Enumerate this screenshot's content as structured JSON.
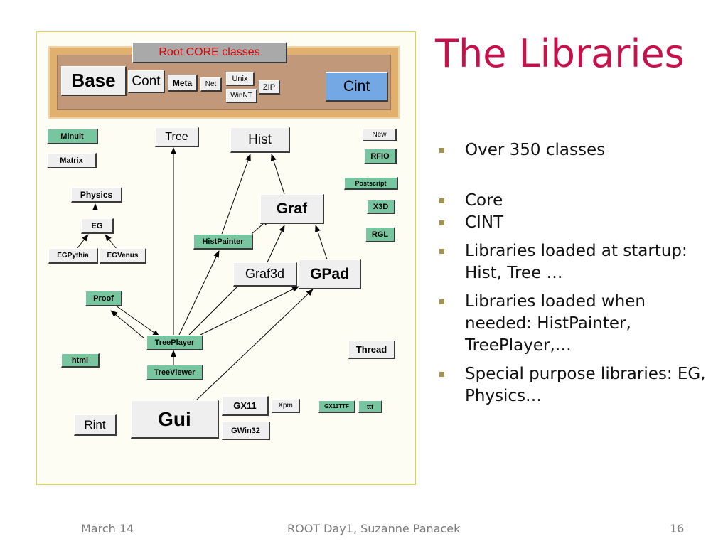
{
  "slide": {
    "title": "The Libraries",
    "bullets": [
      "Over 350 classes",
      "Core",
      "CINT",
      "Libraries loaded at startup: Hist, Tree …",
      "Libraries loaded when needed: HistPainter, TreePlayer,…",
      "Special purpose libraries: EG, Physics…"
    ],
    "bullet_color": "#a39353",
    "title_color": "#c4124a"
  },
  "footer": {
    "date": "March 14",
    "center": "ROOT Day1, Suzanne Panacek",
    "page": "16"
  },
  "diagram": {
    "core_title": "Root CORE classes",
    "boxes": {
      "base": "Base",
      "cont": "Cont",
      "meta": "Meta",
      "net": "Net",
      "unix": "Unix",
      "winnt": "WinNT",
      "zip": "ZIP",
      "cint": "Cint",
      "minuit": "Minuit",
      "matrix": "Matrix",
      "physics": "Physics",
      "eg": "EG",
      "egpythia": "EGPythia",
      "egvenus": "EGVenus",
      "tree": "Tree",
      "hist": "Hist",
      "graf": "Graf",
      "histpainter": "HistPainter",
      "graf3d": "Graf3d",
      "gpad": "GPad",
      "proof": "Proof",
      "treeplayer": "TreePlayer",
      "treeviewer": "TreeViewer",
      "html": "html",
      "rint": "Rint",
      "gui": "Gui",
      "gx11": "GX11",
      "xpm": "Xpm",
      "gwin32": "GWin32",
      "gx11ttf": "GX11TTF",
      "ttf": "ttf",
      "new": "New",
      "rfio": "RFIO",
      "postscript": "Postscript",
      "x3d": "X3D",
      "rgl": "RGL",
      "thread": "Thread"
    },
    "colors": {
      "core_outer": "#e2b06e",
      "core_inner": "#c2987a",
      "gray_box": "#efefef",
      "green_box": "#78c6a0",
      "blue_box": "#74a8e4",
      "core_title_text": "#d80000",
      "figure_bg": "#fefdf3"
    }
  }
}
